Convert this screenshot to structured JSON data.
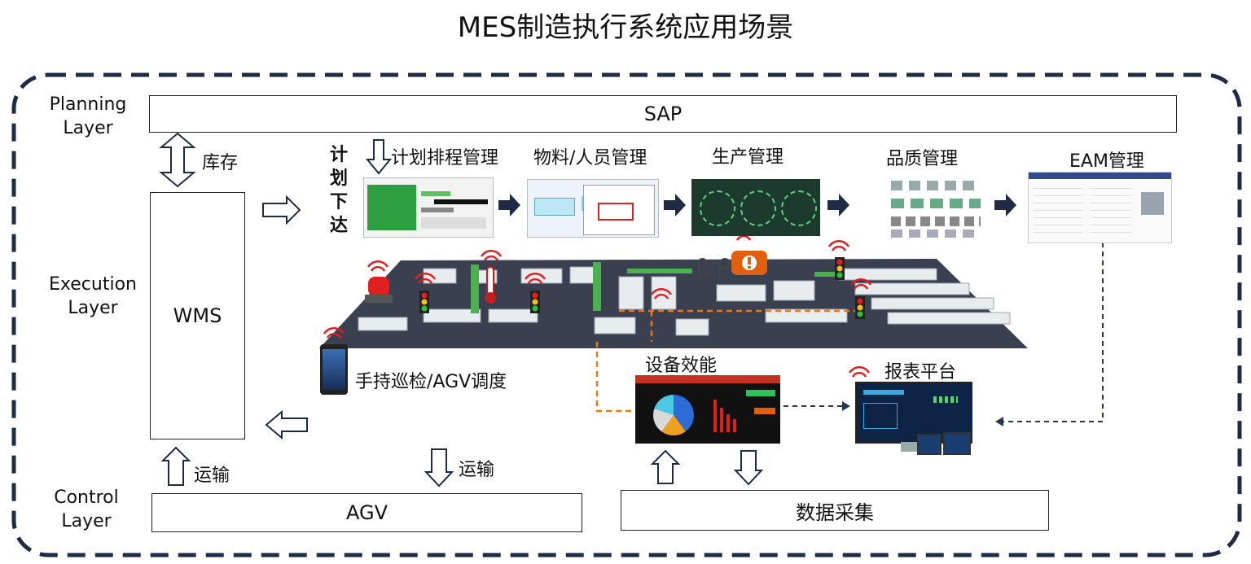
{
  "title": "MES制造执行系统应用场景",
  "layers": {
    "planning": [
      "Planning",
      "Layer"
    ],
    "execution": [
      "Execution",
      "Layer"
    ],
    "control": [
      "Control",
      "Layer"
    ]
  },
  "boxes": {
    "sap": "SAP",
    "wms": "WMS",
    "agv": "AGV",
    "data_collection": "数据采集"
  },
  "labels": {
    "inventory": "库存",
    "plan_release": [
      "计",
      "划",
      "下",
      "达"
    ],
    "scheduling": "计划排程管理",
    "material_personnel": "物料/人员管理",
    "production": "生产管理",
    "quality": "品质管理",
    "eam": "EAM管理",
    "handheld_agv": "手持巡检/AGV调度",
    "equipment_efficiency": "设备效能",
    "report_platform": "报表平台",
    "transport_left": "运输",
    "transport_mid": "运输"
  },
  "colors": {
    "frame": "#1f2a44",
    "arrow_outline": "#1f2a44",
    "dashed_orange": "#e07a1f",
    "dashed_dark": "#2b3550",
    "factory_floor": "#3a4050"
  }
}
